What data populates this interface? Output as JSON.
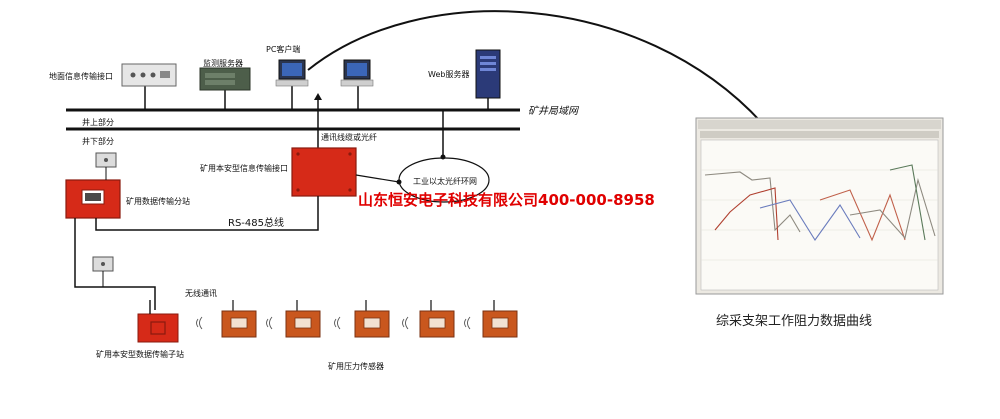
{
  "network": {
    "surface_label": "井上部分",
    "underground_label": "井下部分",
    "lan_label": "矿井局域网",
    "cable_label": "通讯线缆或光纤",
    "ring_label": "工业以太光纤环网",
    "rs485_label": "RS-485总线",
    "wireless_label": "无线通讯"
  },
  "devices": {
    "ground_interface": "地面信息传输接口",
    "monitor_server": "监测服务器",
    "pc_client": "PC客户端",
    "web_server": "Web服务器",
    "safe_interface": "矿用本安型信息传输接口",
    "data_substation": "矿用数据传输分站",
    "data_substation_child": "矿用本安型数据传输子站",
    "pressure_sensors": "矿用压力传感器"
  },
  "chart_panel": {
    "caption": "综采支架工作阻力数据曲线"
  },
  "watermark": "山东恒安电子科技有限公司400-000-8958",
  "colors": {
    "device_red": "#d62a18",
    "sensor_orange": "#c9571e",
    "watermark_red": "#e00000",
    "bus_black": "#111111"
  }
}
